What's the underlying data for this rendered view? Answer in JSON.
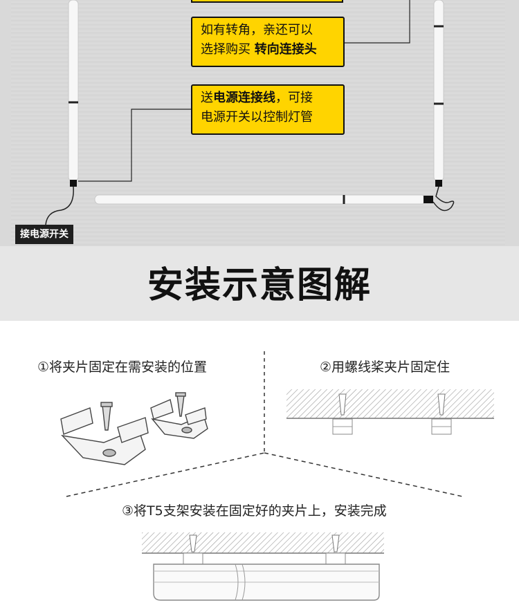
{
  "callouts": {
    "corner_line1": "如有转角，亲还可以",
    "corner_line2_a": "选择购买 ",
    "corner_line2_b": "转向连接头",
    "power_line1_a": "送",
    "power_line1_b": "电源连接线",
    "power_line1_c": "，可接",
    "power_line2": "电源开关以控制灯管"
  },
  "switch_label": "接电源开关",
  "section_title": "安装示意图解",
  "steps": {
    "step1": "①将夹片固定在需安装的位置",
    "step2": "②用螺线桨夹片固定住",
    "step3": "③将T5支架安装在固定好的夹片上，安装完成"
  },
  "colors": {
    "callout_bg": "#ffd400",
    "band_bg": "#e6e6e6"
  }
}
